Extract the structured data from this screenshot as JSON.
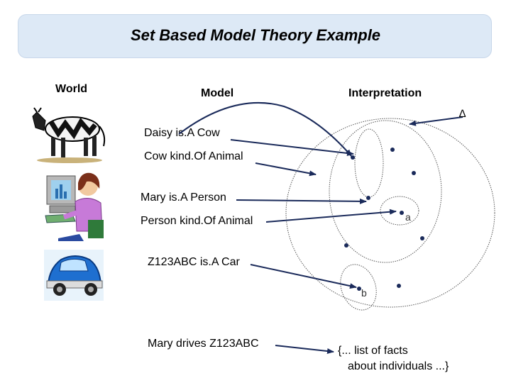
{
  "title": "Set Based Model Theory Example",
  "headers": {
    "world": "World",
    "model": "Model",
    "interpretation": "Interpretation"
  },
  "domain_symbol": "∆",
  "statements": [
    "Daisy is.A Cow",
    "Cow kind.Of Animal",
    "Mary is.A Person",
    "Person kind.Of Animal",
    "Z123ABC is.A Car",
    "Mary drives Z123ABC"
  ],
  "individual_labels": {
    "a": "a",
    "b": "b"
  },
  "facts_note": {
    "line1": "{... list of facts",
    "line2": "about individuals ...}"
  },
  "world_images": [
    "cow-illustration",
    "person-at-computer-illustration",
    "car-illustration"
  ],
  "colors": {
    "title_bg": "#dde9f6",
    "arrow": "#1a2a5a",
    "dot": "#1a2a5a"
  }
}
